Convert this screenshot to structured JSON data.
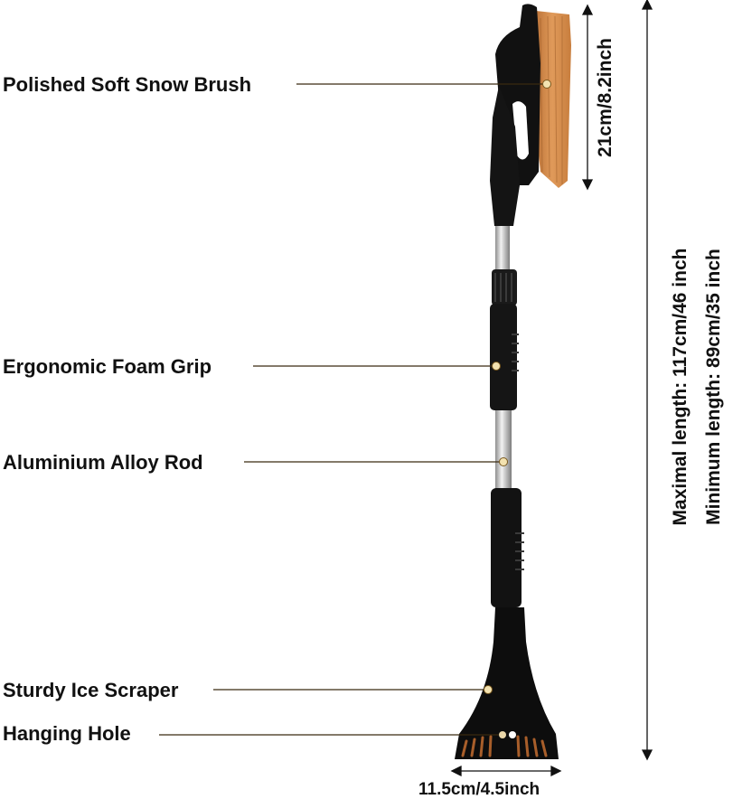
{
  "callouts": [
    {
      "id": "brush",
      "text": "Polished Soft Snow Brush"
    },
    {
      "id": "grip",
      "text": "Ergonomic Foam Grip"
    },
    {
      "id": "rod",
      "text": "Aluminium Alloy Rod"
    },
    {
      "id": "scraper",
      "text": "Sturdy Ice Scraper"
    },
    {
      "id": "hole",
      "text": "Hanging Hole"
    }
  ],
  "dimensions": {
    "brush_length": "21cm/8.2inch",
    "scraper_width": "11.5cm/4.5inch",
    "max_length": "Maximal length: 117cm/46 inch",
    "min_length": "Minimum length: 89cm/35 inch"
  },
  "colors": {
    "bristle": "#d28a4a",
    "handle": "#111111",
    "rod": "#c8c8c8",
    "leader_dot": "#f3e2b0"
  }
}
